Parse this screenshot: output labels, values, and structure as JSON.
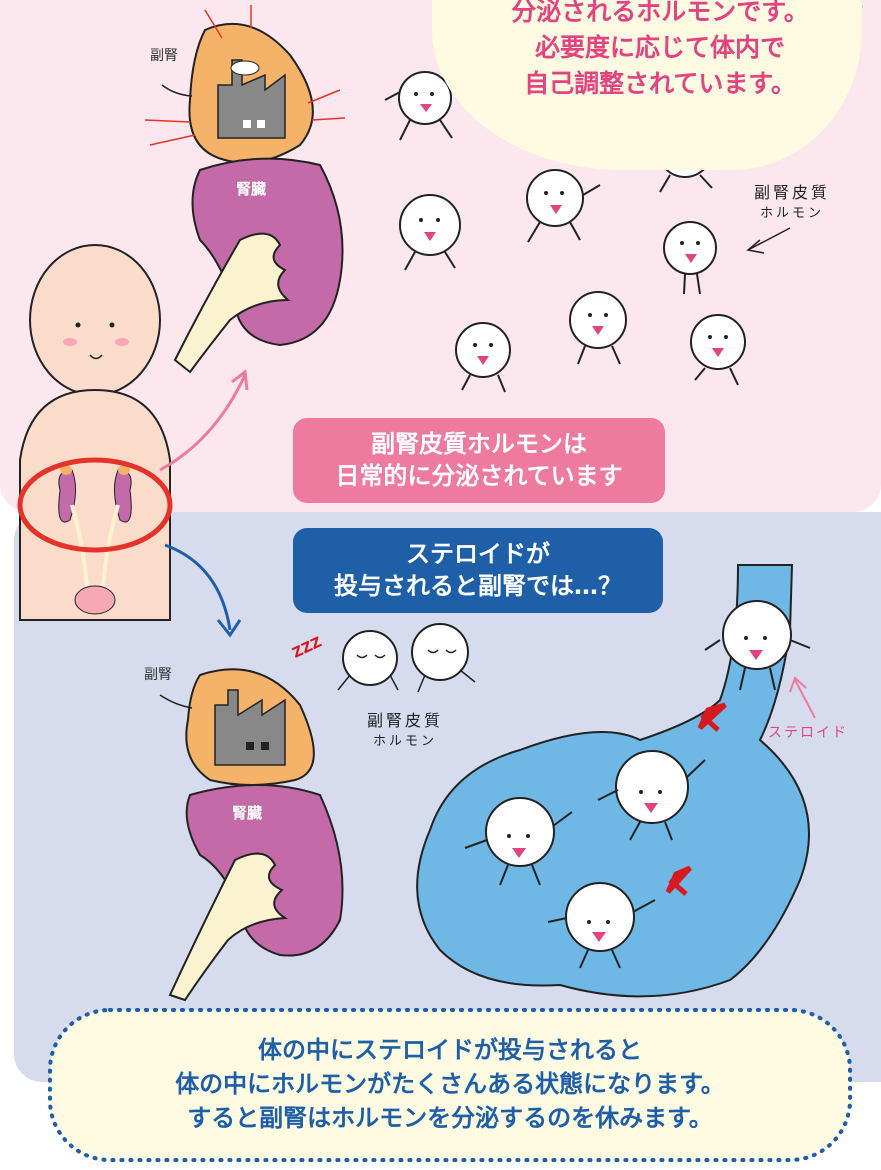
{
  "speech_bubble_top": {
    "lines": [
      "分泌されるホルモンです。",
      "必要度に応じて体内で",
      "自己調整されています。"
    ]
  },
  "top_panel": {
    "adrenal_label": "副腎",
    "kidney_label": "腎臓",
    "hormone_label": [
      "副腎皮質",
      "ホルモン"
    ],
    "headline": [
      "副腎皮質ホルモンは",
      "日常的に分泌されています"
    ]
  },
  "bottom_panel": {
    "headline": [
      "ステロイドが",
      "投与されると副腎では…？"
    ],
    "adrenal_label": "副腎",
    "kidney_label": "腎臓",
    "hormone_label": [
      "副腎皮質",
      "ホルモン"
    ],
    "steroid_label": "ステロイド",
    "sleep_mark": "ZZZ"
  },
  "speech_bubble_bottom": {
    "lines": [
      "体の中にステロイドが投与されると",
      "体の中にホルモンがたくさんある状態になります。",
      "すると副腎はホルモンを分泌するのを休みます。"
    ]
  },
  "colors": {
    "top_bg": "#fce7ee",
    "bottom_bg": "#d6dcee",
    "pink_headline": "#ee7aa0",
    "blue_headline": "#1e5fa8",
    "adrenal": "#f5b36a",
    "kidney": "#c46aa8",
    "skin": "#fbdccb",
    "stream": "#6fb7e4"
  }
}
